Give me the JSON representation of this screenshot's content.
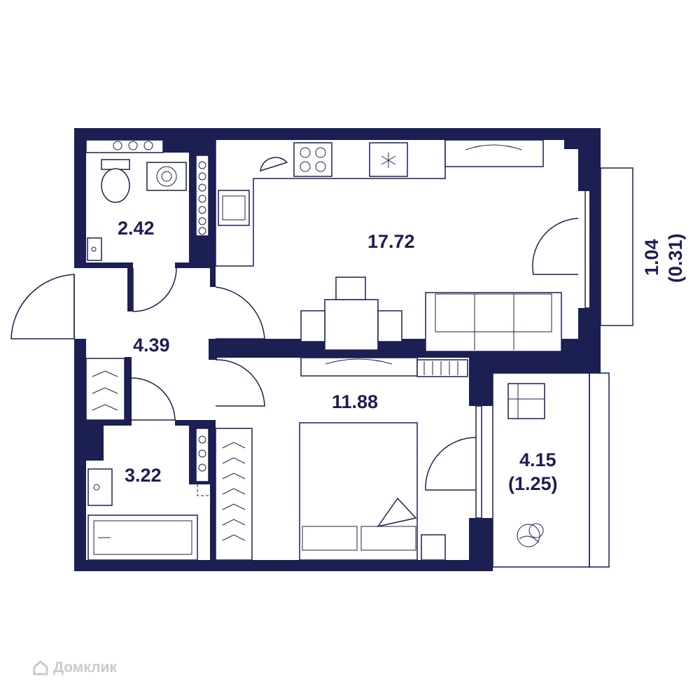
{
  "rooms": {
    "bathroom_wc": "2.42",
    "living_kitchen": "17.72",
    "hallway": "4.39",
    "bedroom": "11.88",
    "bathroom": "3.22",
    "loggia_area": "4.15",
    "loggia_reduced": "(1.25)",
    "balcony_area": "1.04",
    "balcony_reduced": "(0.31)"
  },
  "watermark": "Домклик",
  "colors": {
    "wall": "#1c1f52",
    "background": "#ffffff",
    "watermark": "#c9c9cf"
  },
  "icons": [
    "toilet-icon",
    "washing-machine-icon",
    "sink-icon",
    "stove-icon",
    "fridge-icon",
    "bed-icon",
    "sofa-icon",
    "table-icon",
    "bathtub-icon",
    "hanger-icon",
    "plant-icon"
  ]
}
